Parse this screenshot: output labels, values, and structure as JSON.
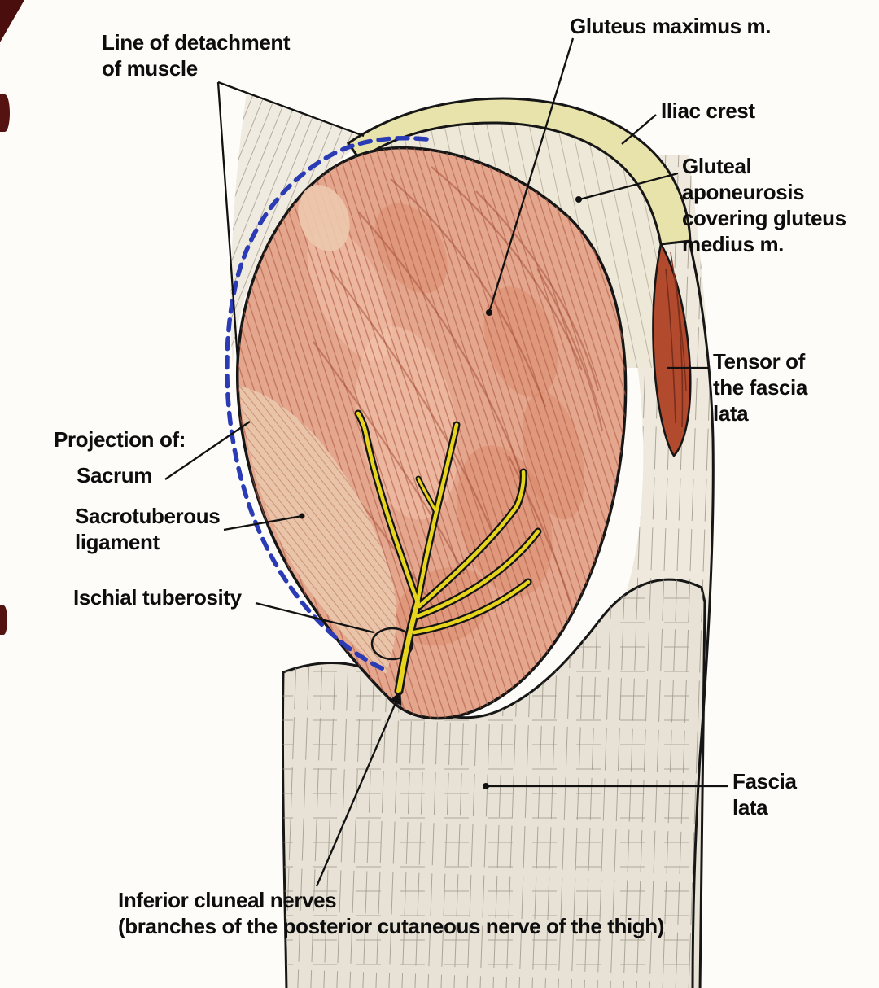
{
  "figure": {
    "labels": {
      "line_of_detachment": "Line of detachment\nof muscle",
      "gluteus_maximus": "Gluteus maximus m.",
      "iliac_crest": "Iliac crest",
      "gluteal_aponeurosis": "Gluteal aponeurosis\ncovering gluteus\nmedius m.",
      "tensor_fascia_lata": "Tensor of\nthe fascia\nlata",
      "projection_of": "Projection of:",
      "sacrum": "Sacrum",
      "sacrotuberous_ligament": "Sacrotuberous\nligament",
      "ischial_tuberosity": "Ischial tuberosity",
      "fascia_lata": "Fascia\nlata",
      "inferior_cluneal_nerves": "Inferior cluneal nerves\n(branches of the posterior cutaneous nerve of the thigh)"
    },
    "colors": {
      "muscle": "#e4a78e",
      "muscle_fiber": "#b4604a",
      "iliac_crest_bone": "#e8e3ab",
      "tensor_fascia_lata": "#b24a2e",
      "nerve_yellow": "#e7d41d",
      "detachment_line_blue": "#2a3bb5",
      "fascia": "#e7e2d5",
      "ligament": "#e9c4a9"
    }
  }
}
